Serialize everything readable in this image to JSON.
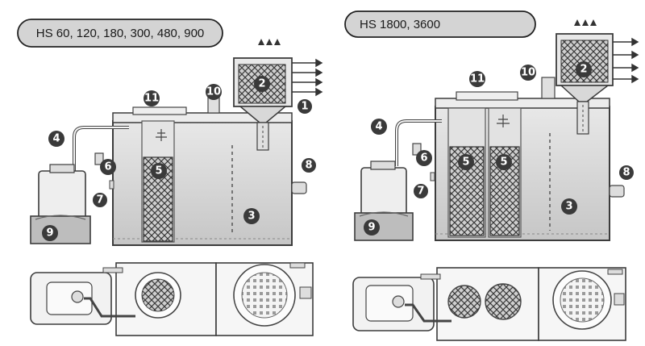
{
  "models": [
    {
      "label": "HS 60, 120, 180, 300, 480, 900"
    },
    {
      "label": "HS 1800, 3600"
    }
  ],
  "callouts": {
    "c1": "1",
    "c2": "2",
    "c3": "3",
    "c4": "4",
    "c5": "5",
    "c6": "6",
    "c7": "7",
    "c8": "8",
    "c9": "9",
    "c10": "10",
    "c11": "11"
  },
  "colors": {
    "pill_fill": "#d4d4d4",
    "callout_fill": "#3a3a3a",
    "outline": "#3c3c3c",
    "tank_fill": "#dadada"
  }
}
